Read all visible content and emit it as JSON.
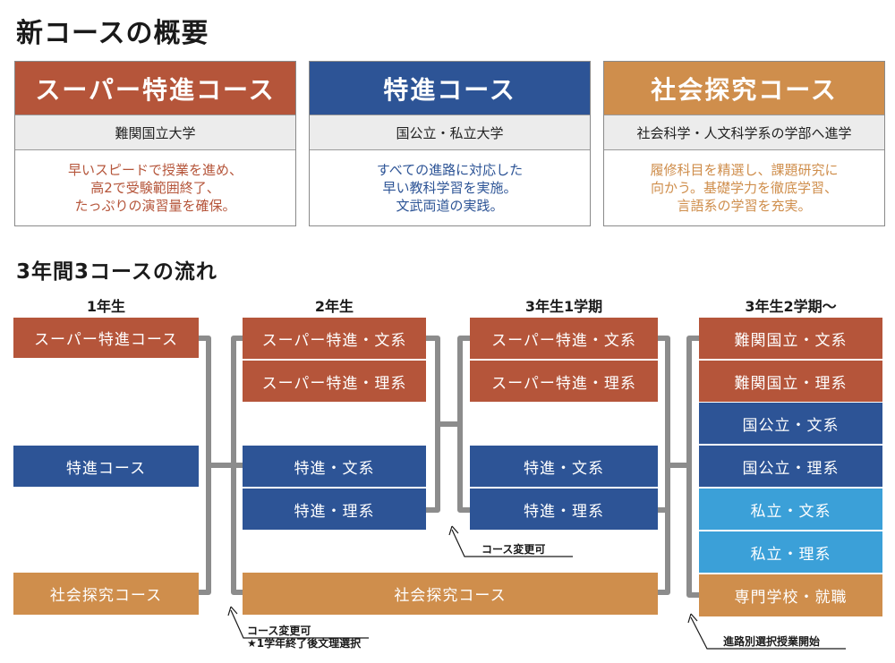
{
  "title": "新コースの概要",
  "courses": [
    {
      "name": "スーパー特進コース",
      "target": "難関国立大学",
      "desc": [
        "早いスピードで授業を進め、",
        "高2で受験範囲終了、",
        "たっぷりの演習量を確保。"
      ],
      "color": "#b5553a"
    },
    {
      "name": "特進コース",
      "target": "国公立・私立大学",
      "desc": [
        "すべての進路に対応した",
        "早い教科学習を実施。",
        "文武両道の実践。"
      ],
      "color": "#2d5496"
    },
    {
      "name": "社会探究コース",
      "target": "社会科学・人文科学系の学部へ進学",
      "desc": [
        "履修科目を精選し、課題研究に",
        "向かう。基礎学力を徹底学習、",
        "言語系の学習を充実。"
      ],
      "color": "#cf8e4c"
    }
  ],
  "flow_title": "3年間3コースの流れ",
  "columns": [
    "1年生",
    "2年生",
    "3年生1学期",
    "3年生2学期～"
  ],
  "year1": [
    "スーパー特進コース",
    "特進コース",
    "社会探究コース"
  ],
  "year2": [
    "スーパー特進・文系",
    "スーパー特進・理系",
    "特進・文系",
    "特進・理系",
    "社会探究コース"
  ],
  "year3a": [
    "スーパー特進・文系",
    "スーパー特進・理系",
    "特進・文系",
    "特進・理系"
  ],
  "year3b": [
    "難関国立・文系",
    "難関国立・理系",
    "国公立・文系",
    "国公立・理系",
    "私立・文系",
    "私立・理系",
    "専門学校・就職"
  ],
  "notes": {
    "change1": "コース変更可",
    "change1_sub": "★1学年終了後文理選択",
    "change2": "コース変更可",
    "start": "進路別選択授業開始"
  }
}
